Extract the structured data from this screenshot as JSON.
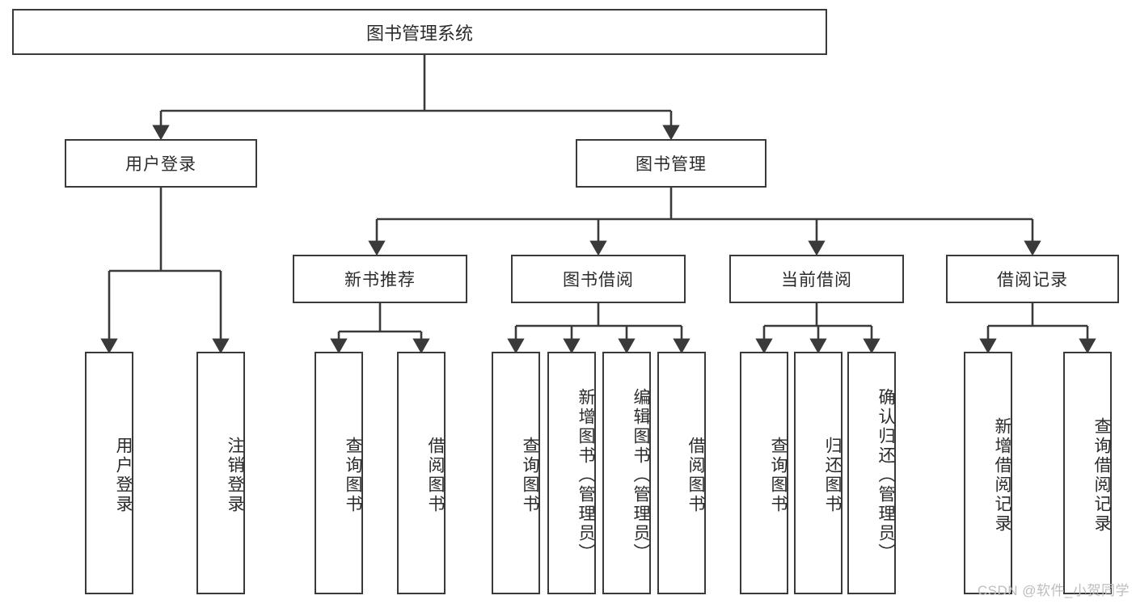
{
  "diagram": {
    "type": "tree",
    "title": "图书管理系统",
    "watermark": "CSDN @软件_小贺同学",
    "colors": {
      "stroke": "#3a3a3a",
      "text": "#2b2b2b",
      "background": "#ffffff",
      "watermark": "#bdbdbd"
    },
    "nodes": {
      "root": "图书管理系统",
      "level2": [
        "用户登录",
        "图书管理"
      ],
      "level3": [
        "新书推荐",
        "图书借阅",
        "当前借阅",
        "借阅记录"
      ],
      "leaves_user_login": [
        "用户登录",
        "注销登录"
      ],
      "leaves_new_book": [
        "查询图书",
        "借阅图书"
      ],
      "leaves_borrow": [
        "查询图书",
        "新增图书（管理员）",
        "编辑图书（管理员）",
        "借阅图书"
      ],
      "leaves_current": [
        "查询图书",
        "归还图书",
        "确认归还（管理员）"
      ],
      "leaves_records": [
        "新增借阅记录",
        "查询借阅记录"
      ]
    }
  }
}
